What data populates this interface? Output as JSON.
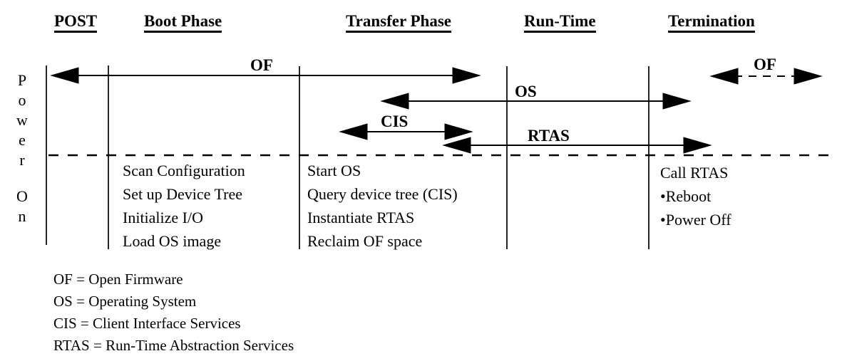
{
  "diagram": {
    "headers": {
      "post": "POST",
      "boot": "Boot Phase",
      "transfer": "Transfer Phase",
      "runtime": "Run-Time",
      "termination": "Termination"
    },
    "power_on": {
      "word1": "P\no\nw\ne\nr",
      "word2": "O\nn"
    },
    "arrows": {
      "of_boot": "OF",
      "os": "OS",
      "cis": "CIS",
      "rtas": "RTAS",
      "of_termination": "OF"
    },
    "boot_tasks": [
      "Scan Configuration",
      "Set up Device Tree",
      "Initialize I/O",
      "Load OS image"
    ],
    "transfer_tasks": [
      "Start OS",
      "Query device tree (CIS)",
      "Instantiate RTAS",
      "Reclaim OF space"
    ],
    "termination_tasks": [
      "Call RTAS",
      "•Reboot",
      "•Power Off"
    ],
    "legend": [
      "OF = Open Firmware",
      "OS = Operating System",
      "CIS = Client Interface Services",
      "RTAS = Run-Time Abstraction Services"
    ],
    "colors": {
      "ink": "#000000",
      "background": "#ffffff"
    }
  }
}
